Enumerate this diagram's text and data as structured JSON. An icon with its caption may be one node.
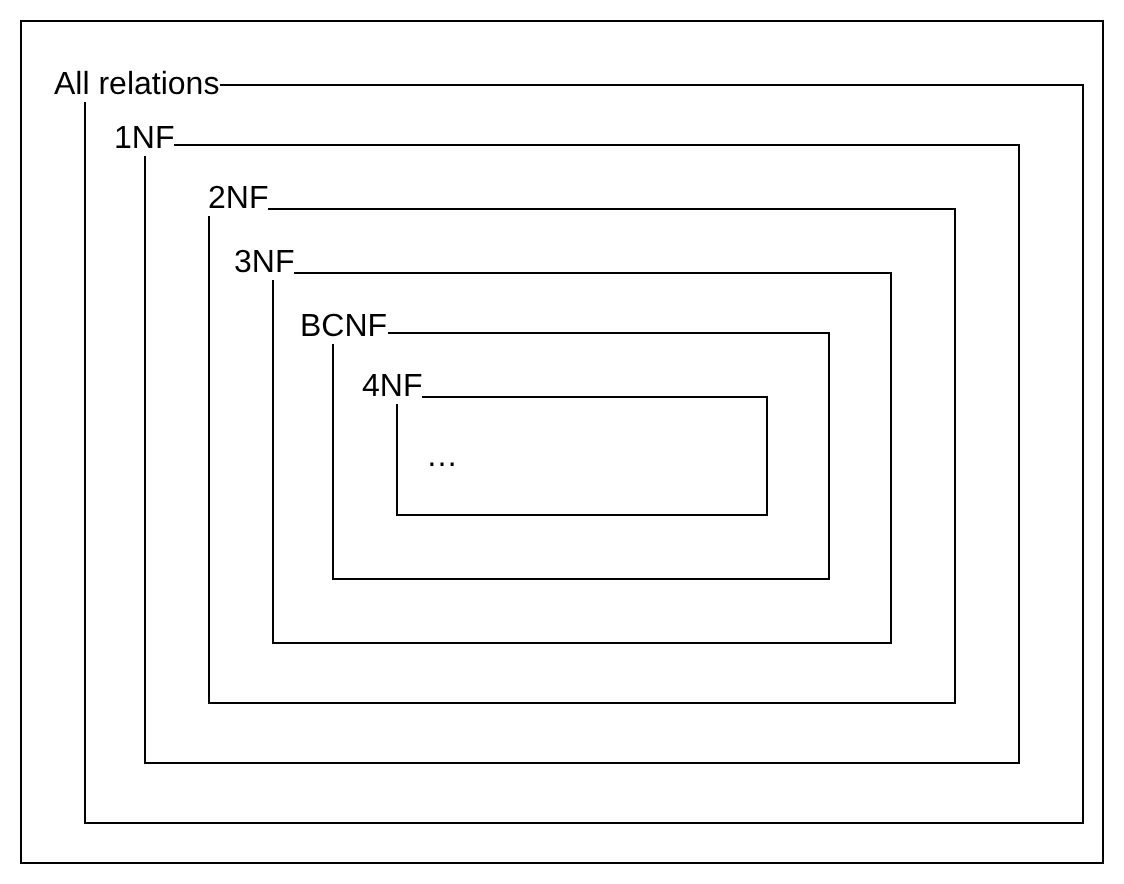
{
  "diagram": {
    "nodes": [
      {
        "text": [
          "All relations"
        ]
      },
      {
        "text": [
          "1NF"
        ],
        "in": 0
      },
      {
        "text": [
          "2NF"
        ],
        "in": 1
      },
      {
        "text": [
          "3NF"
        ],
        "in": 2
      },
      {
        "text": [
          "BCNF"
        ],
        "in": 3
      },
      {
        "text": [
          "4NF"
        ],
        "in": 4
      },
      {
        "text": [
          "…"
        ],
        "in": 5
      }
    ]
  }
}
